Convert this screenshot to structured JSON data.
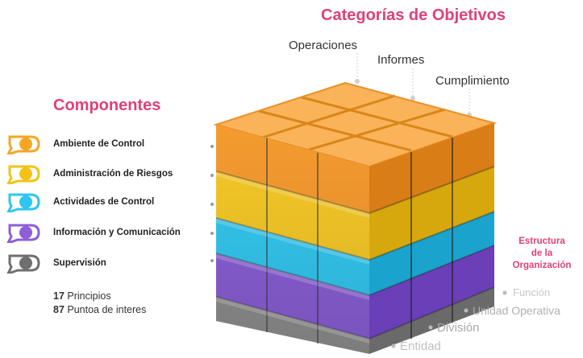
{
  "title": "Categorías de Objetivos",
  "categories": [
    "Operaciones",
    "Informes",
    "Cumplimiento"
  ],
  "components_title": "Componentes",
  "components": [
    {
      "label": "Ambiente de Control",
      "color": "#f5a623"
    },
    {
      "label": "Administración de Riesgos",
      "color": "#f2c316"
    },
    {
      "label": "Actividades de Control",
      "color": "#2ec6ee"
    },
    {
      "label": "Información y Comunicación",
      "color": "#8e5ed6"
    },
    {
      "label": "Supervisión",
      "color": "#8a8a8a"
    }
  ],
  "principles": {
    "count": "17",
    "label": "Principios"
  },
  "points": {
    "count": "87",
    "label": "Puntoa de interes"
  },
  "org_title": [
    "Estructura",
    "de la",
    "Organización"
  ],
  "org_levels": [
    "Función",
    "Unidad Operativa",
    "División",
    "Entidad"
  ],
  "layer_colors": {
    "orange": {
      "top": "#fbb35a",
      "front": "#f59b2f",
      "side": "#d97d16"
    },
    "yellow": {
      "front": "#f6c928",
      "side": "#d7a80d"
    },
    "cyan": {
      "front": "#34c8f0",
      "side": "#1aa3cc"
    },
    "purple": {
      "front": "#8a5fd6",
      "side": "#6a3fb8"
    },
    "gray": {
      "front": "#8e8e8e",
      "side": "#6a6a6a"
    }
  }
}
